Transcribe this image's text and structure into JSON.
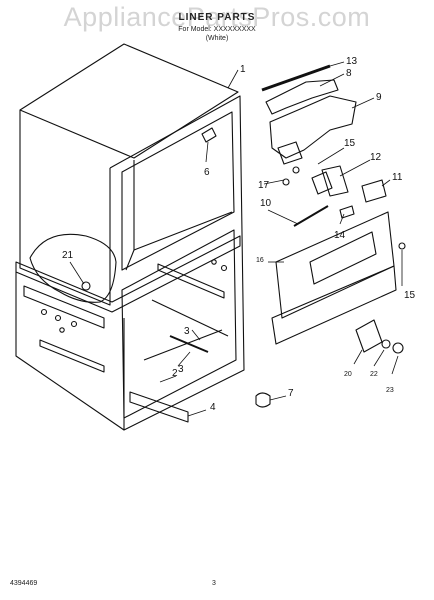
{
  "watermark": "AppliancePartsPros.com",
  "header": {
    "title": "LINER PARTS",
    "model_line": "For Model: XXXXXXXXX",
    "color_line": "(White)"
  },
  "footer": {
    "doc_number": "4394469",
    "page_number": "3"
  },
  "callouts": [
    "1",
    "13",
    "8",
    "9",
    "15",
    "12",
    "6",
    "17",
    "11",
    "10",
    "14",
    "16",
    "21",
    "15",
    "3",
    "2",
    "3",
    "4",
    "7",
    "20",
    "22",
    "23"
  ]
}
